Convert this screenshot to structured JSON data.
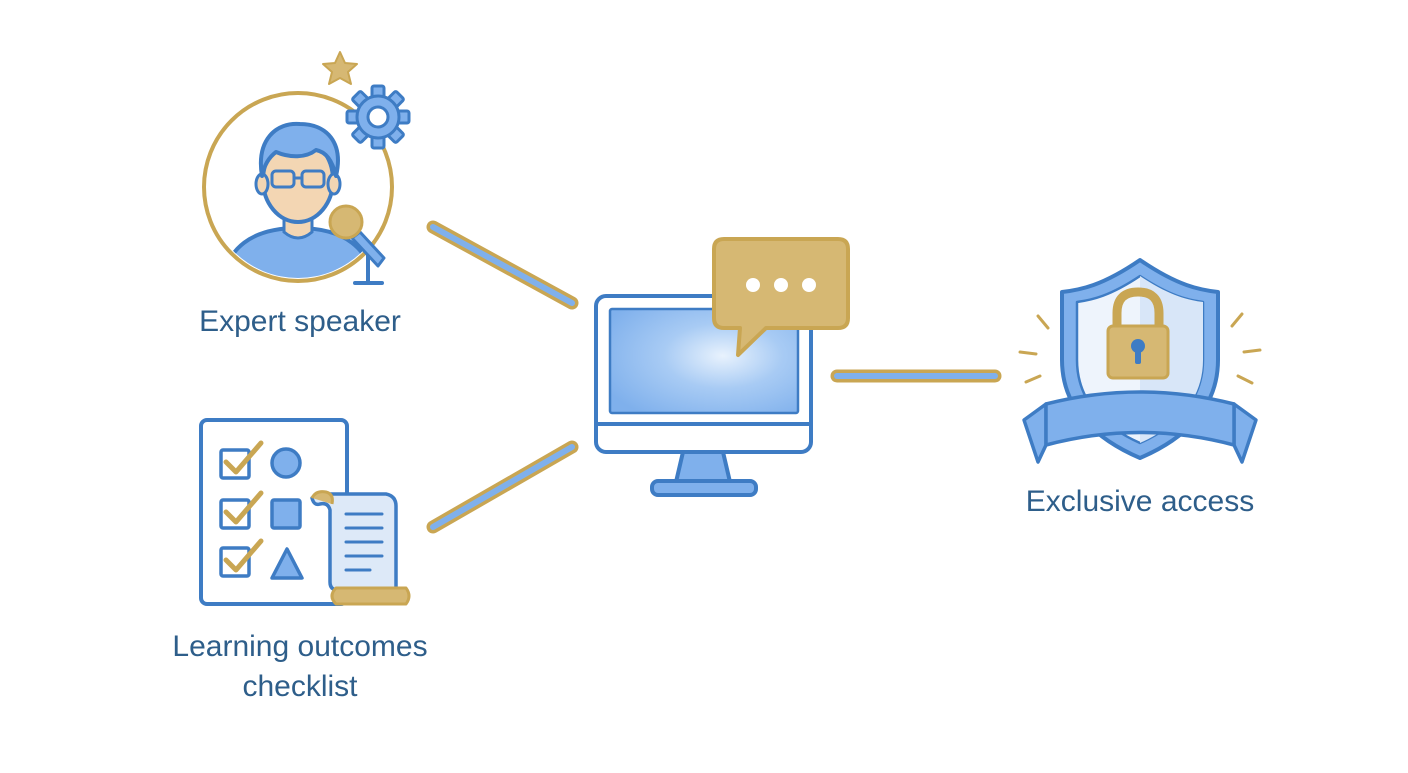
{
  "colors": {
    "outline": "#3e7cc4",
    "fill_blue": "#7fb0ec",
    "fill_light": "#dde9f8",
    "gold": "#c9a653",
    "gold_fill": "#d6b873",
    "skin": "#f3d6b3",
    "text": "#2e5e8a"
  },
  "nodes": {
    "expert_speaker": {
      "label": "Expert speaker",
      "icon": "speaker-with-microphone-icon"
    },
    "learning_outcomes": {
      "label_line1": "Learning outcomes",
      "label_line2": "checklist",
      "icon": "checklist-icon"
    },
    "hub": {
      "icon": "computer-monitor-chat-icon"
    },
    "exclusive_access": {
      "label": "Exclusive access",
      "icon": "shield-lock-icon"
    }
  },
  "connectors": [
    "expert_speaker-hub",
    "learning_outcomes-hub",
    "hub-exclusive_access"
  ]
}
